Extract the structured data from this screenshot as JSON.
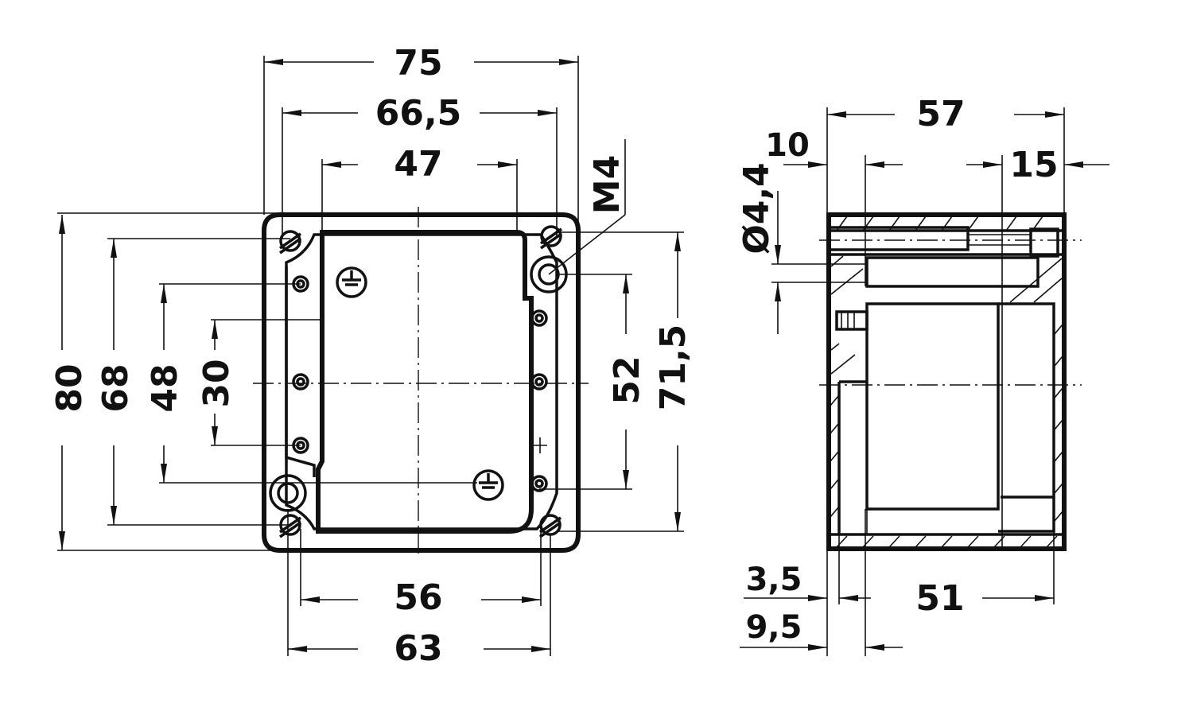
{
  "front_view": {
    "width_overall": "75",
    "width_lid_holes": "66,5",
    "width_inner": "47",
    "thread": "M4",
    "height_overall": "80",
    "height_holes": "68",
    "height_inner": "48",
    "height_rail": "30",
    "height_rail_right": "52",
    "height_lid": "71,5",
    "bottom_rail": "56",
    "bottom_mount": "63"
  },
  "side_view": {
    "depth_overall": "57",
    "lid_offset": "10",
    "lid_depth": "15",
    "hole_diameter": "Ø4,4",
    "wall_thickness": "3,5",
    "base_offset": "9,5",
    "inner_depth": "51"
  }
}
